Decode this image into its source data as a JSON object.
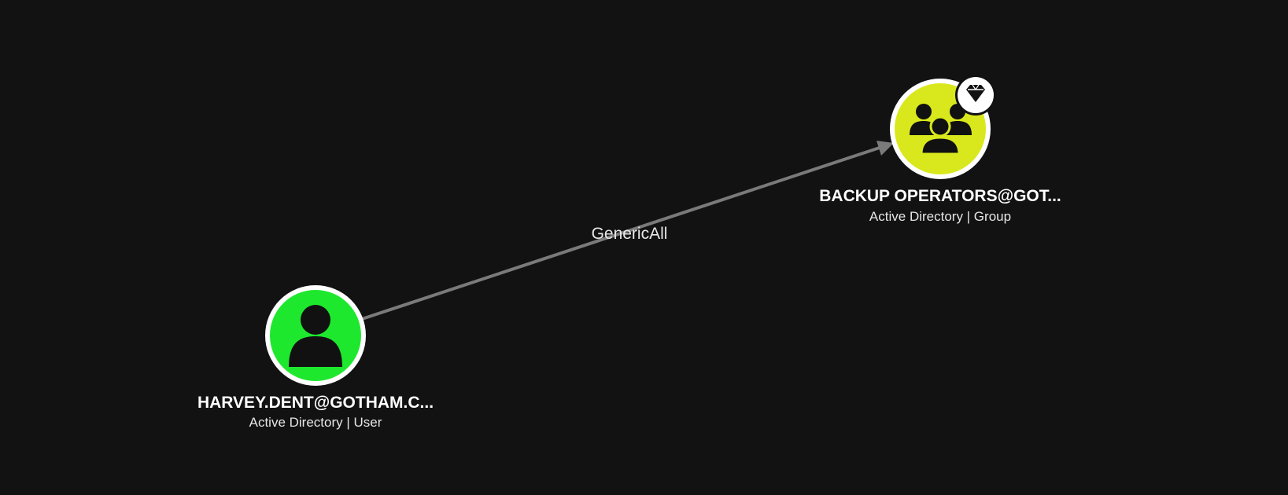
{
  "graph": {
    "nodes": [
      {
        "id": "user",
        "title": "HARVEY.DENT@GOTHAM.C...",
        "subtitle": "Active Directory | User",
        "kind": "user",
        "icon": "user-icon",
        "fill_color": "#1ee82e"
      },
      {
        "id": "group",
        "title": "BACKUP OPERATORS@GOT...",
        "subtitle": "Active Directory | Group",
        "kind": "group",
        "icon": "group-icon",
        "badge_icon": "diamond-icon",
        "fill_color": "#d9e81c"
      }
    ],
    "edges": [
      {
        "from": "user",
        "to": "group",
        "label": "GenericAll",
        "color": "#7a7a7a"
      }
    ]
  }
}
